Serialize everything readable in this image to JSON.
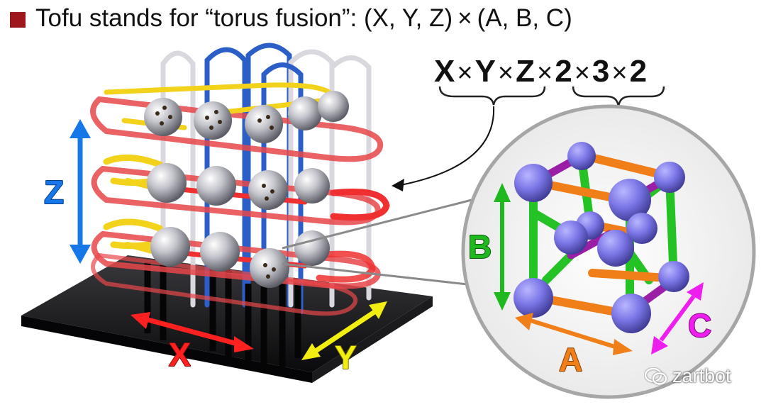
{
  "title": "Tofu stands for “torus fusion”: (X, Y, Z) × (A, B, C)",
  "formula": {
    "terms": [
      "X",
      "Y",
      "Z",
      "2",
      "3",
      "2"
    ],
    "operator": "×"
  },
  "left_axes": {
    "z": "Z",
    "x": "X",
    "y": "Y"
  },
  "unit_axes": {
    "a": "A",
    "b": "B",
    "c": "C"
  },
  "watermark": "zartbot",
  "colors": {
    "bullet": "#a0161e",
    "z_axis": "#1677e8",
    "x_axis": "#ff2020",
    "y_axis": "#f2ee12",
    "a_axis": "#f07f1a",
    "b_axis": "#1fb81f",
    "c_axis": "#ee1fee",
    "node_sphere": "#7b76e6",
    "link_orange": "#f07f1a",
    "link_green": "#25c225",
    "link_purple": "#9a1fa6",
    "ring_red": "#e8474a",
    "ring_yellow": "#f2d21a",
    "ring_blue": "#2b5fc7",
    "ring_white": "#d8d8de"
  }
}
